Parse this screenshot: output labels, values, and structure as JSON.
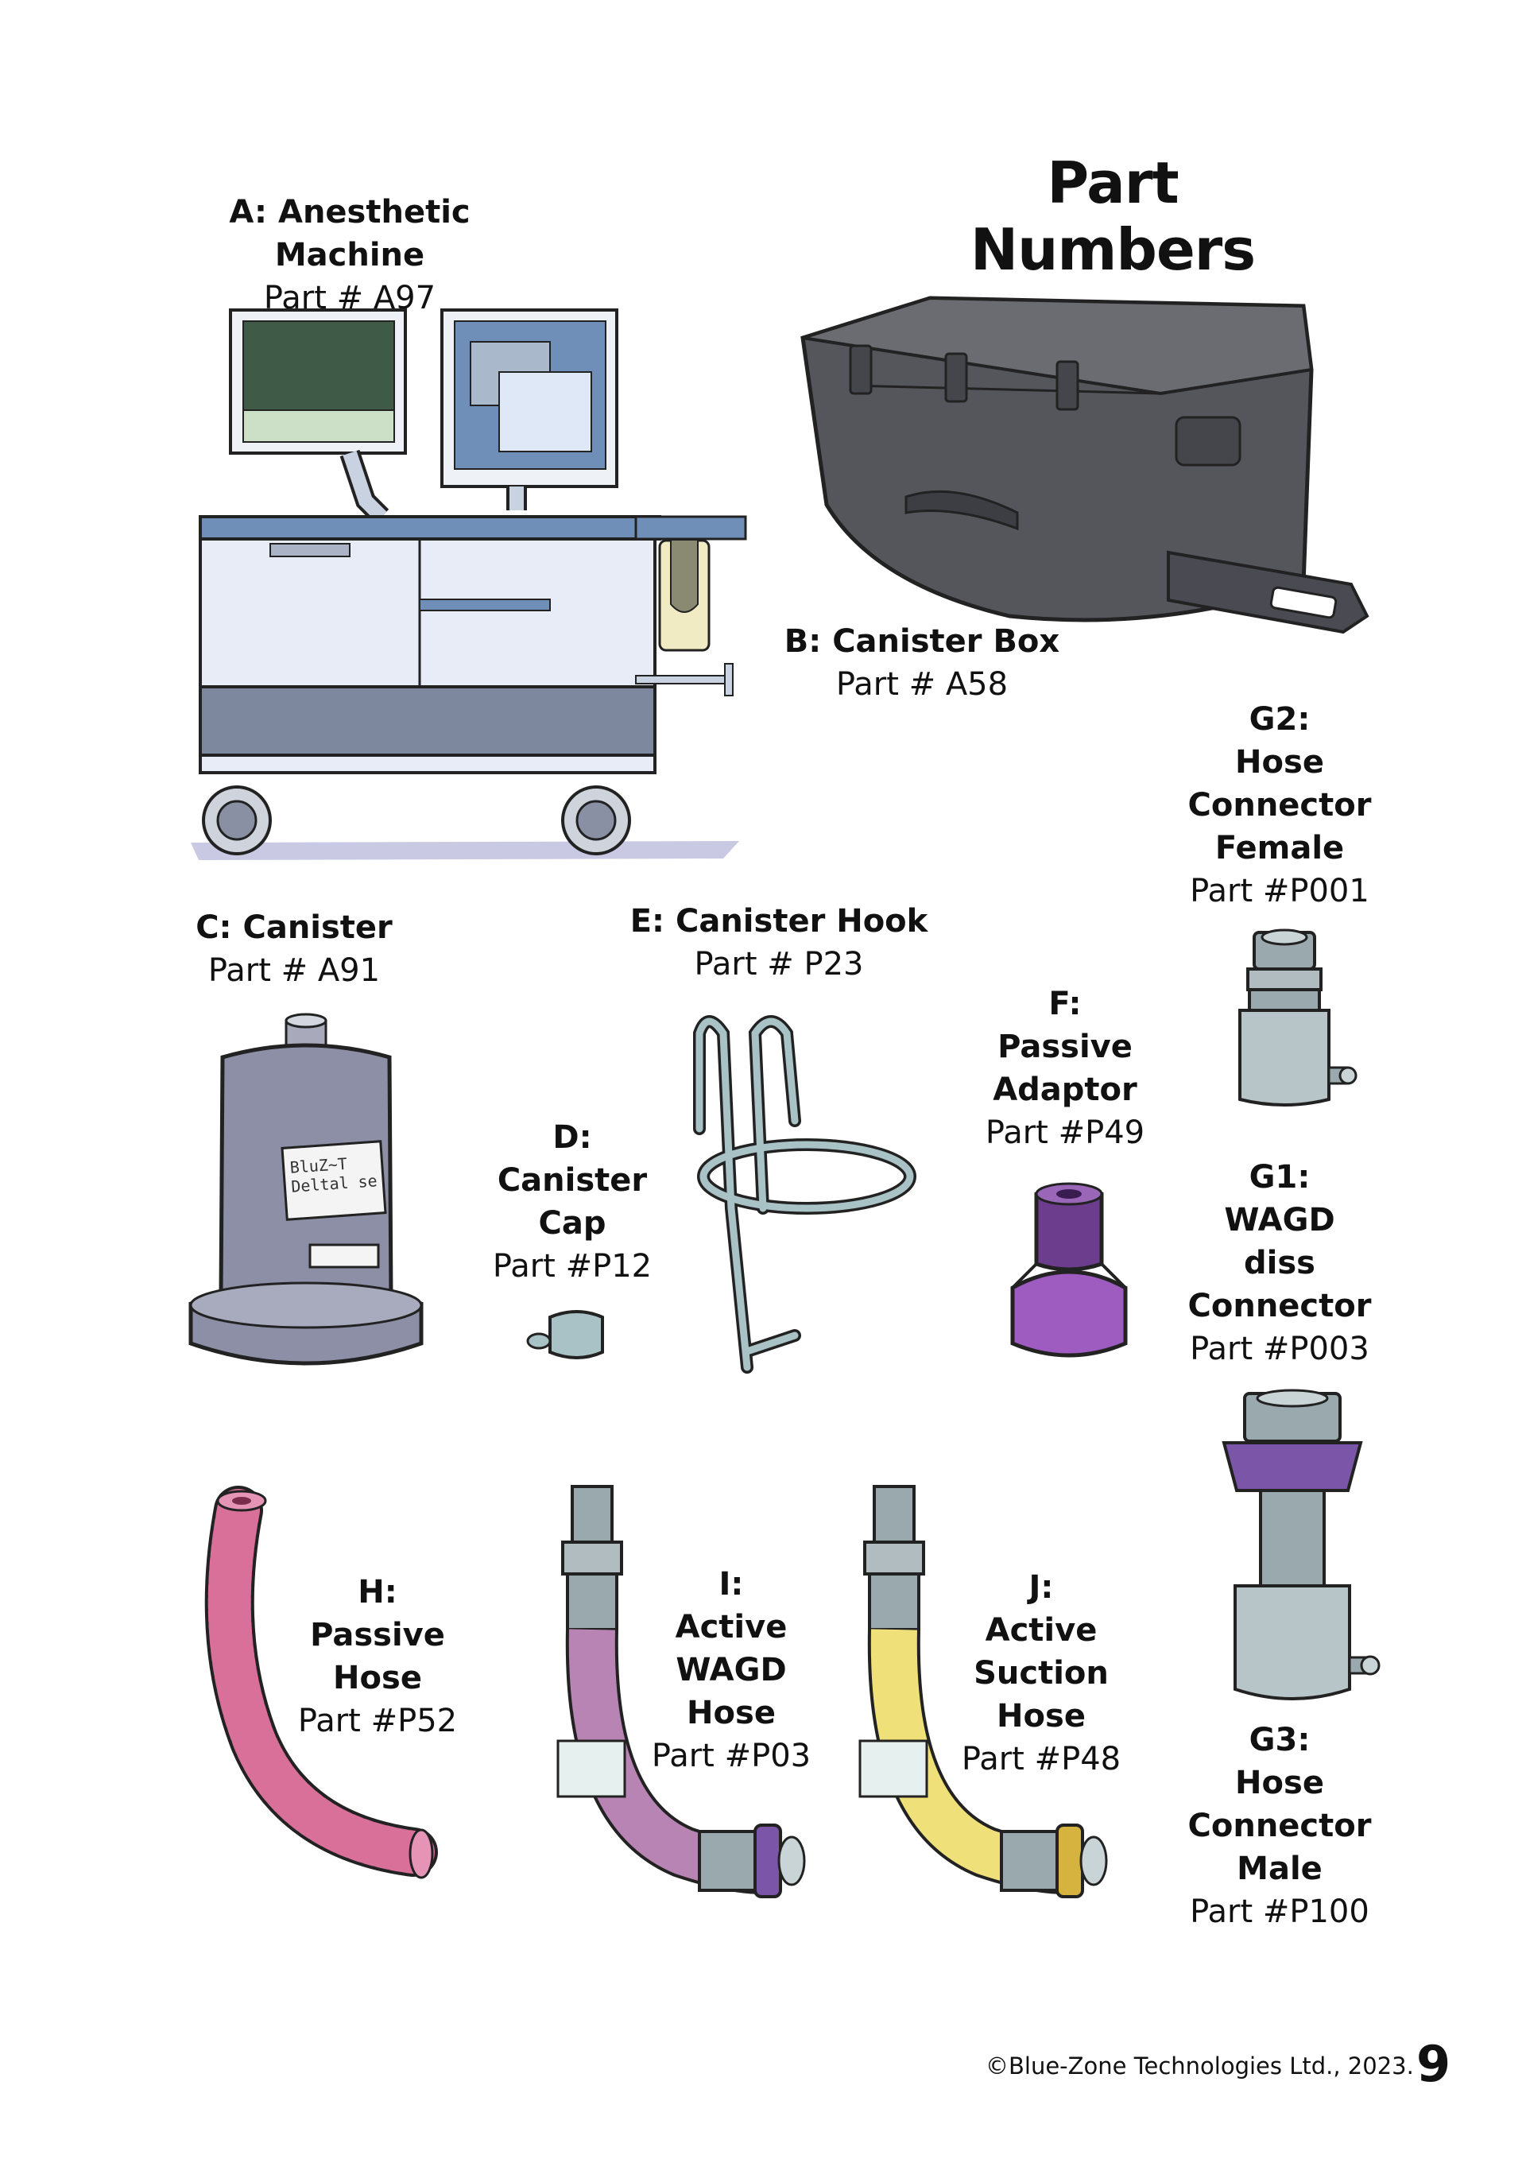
{
  "page": {
    "title": "Part Numbers",
    "copyright": "©Blue-Zone Technologies Ltd., 2023.",
    "page_number": "9"
  },
  "parts": {
    "A": {
      "title": "A: Anesthetic Machine",
      "part": "Part # A97"
    },
    "B": {
      "title": "B: Canister Box",
      "part": "Part # A58"
    },
    "C": {
      "title": "C: Canister",
      "part": "Part # A91"
    },
    "D": {
      "title": "D:\nCanister\nCap",
      "part": "Part #P12"
    },
    "E": {
      "title": "E: Canister Hook",
      "part": "Part # P23"
    },
    "F": {
      "title": "F:\nPassive\nAdaptor",
      "part": "Part #P49"
    },
    "G2": {
      "title": "G2:\nHose\nConnector\nFemale",
      "part": "Part #P001"
    },
    "G1": {
      "title": "G1:\nWAGD\ndiss\nConnector",
      "part": "Part #P003"
    },
    "G3": {
      "title": "G3:\nHose\nConnector\nMale",
      "part": "Part #P100"
    },
    "H": {
      "title": "H:\nPassive\nHose",
      "part": "Part #P52"
    },
    "I": {
      "title": "I:\nActive\nWAGD\nHose",
      "part": "Part #P03"
    },
    "J": {
      "title": "J:\nActive\nSuction\nHose",
      "part": "Part #P48"
    }
  },
  "canister_label": {
    "line1": "BluZ~T",
    "line2": "Deltal se"
  },
  "colors": {
    "machine_blue": "#6f8fb8",
    "machine_body": "#e8ecf6",
    "machine_base": "#7d889e",
    "case_gray": "#55565c",
    "canister_gray": "#8c8fa6",
    "metal": "#9aa9ad",
    "passive_purple": "#7b4a9a",
    "pink_hose": "#d9709a",
    "wagd_hose": "#b884b4",
    "suction_hose": "#efe07a",
    "purple_nut": "#7a55a8",
    "yellow_nut": "#d6b23e"
  }
}
